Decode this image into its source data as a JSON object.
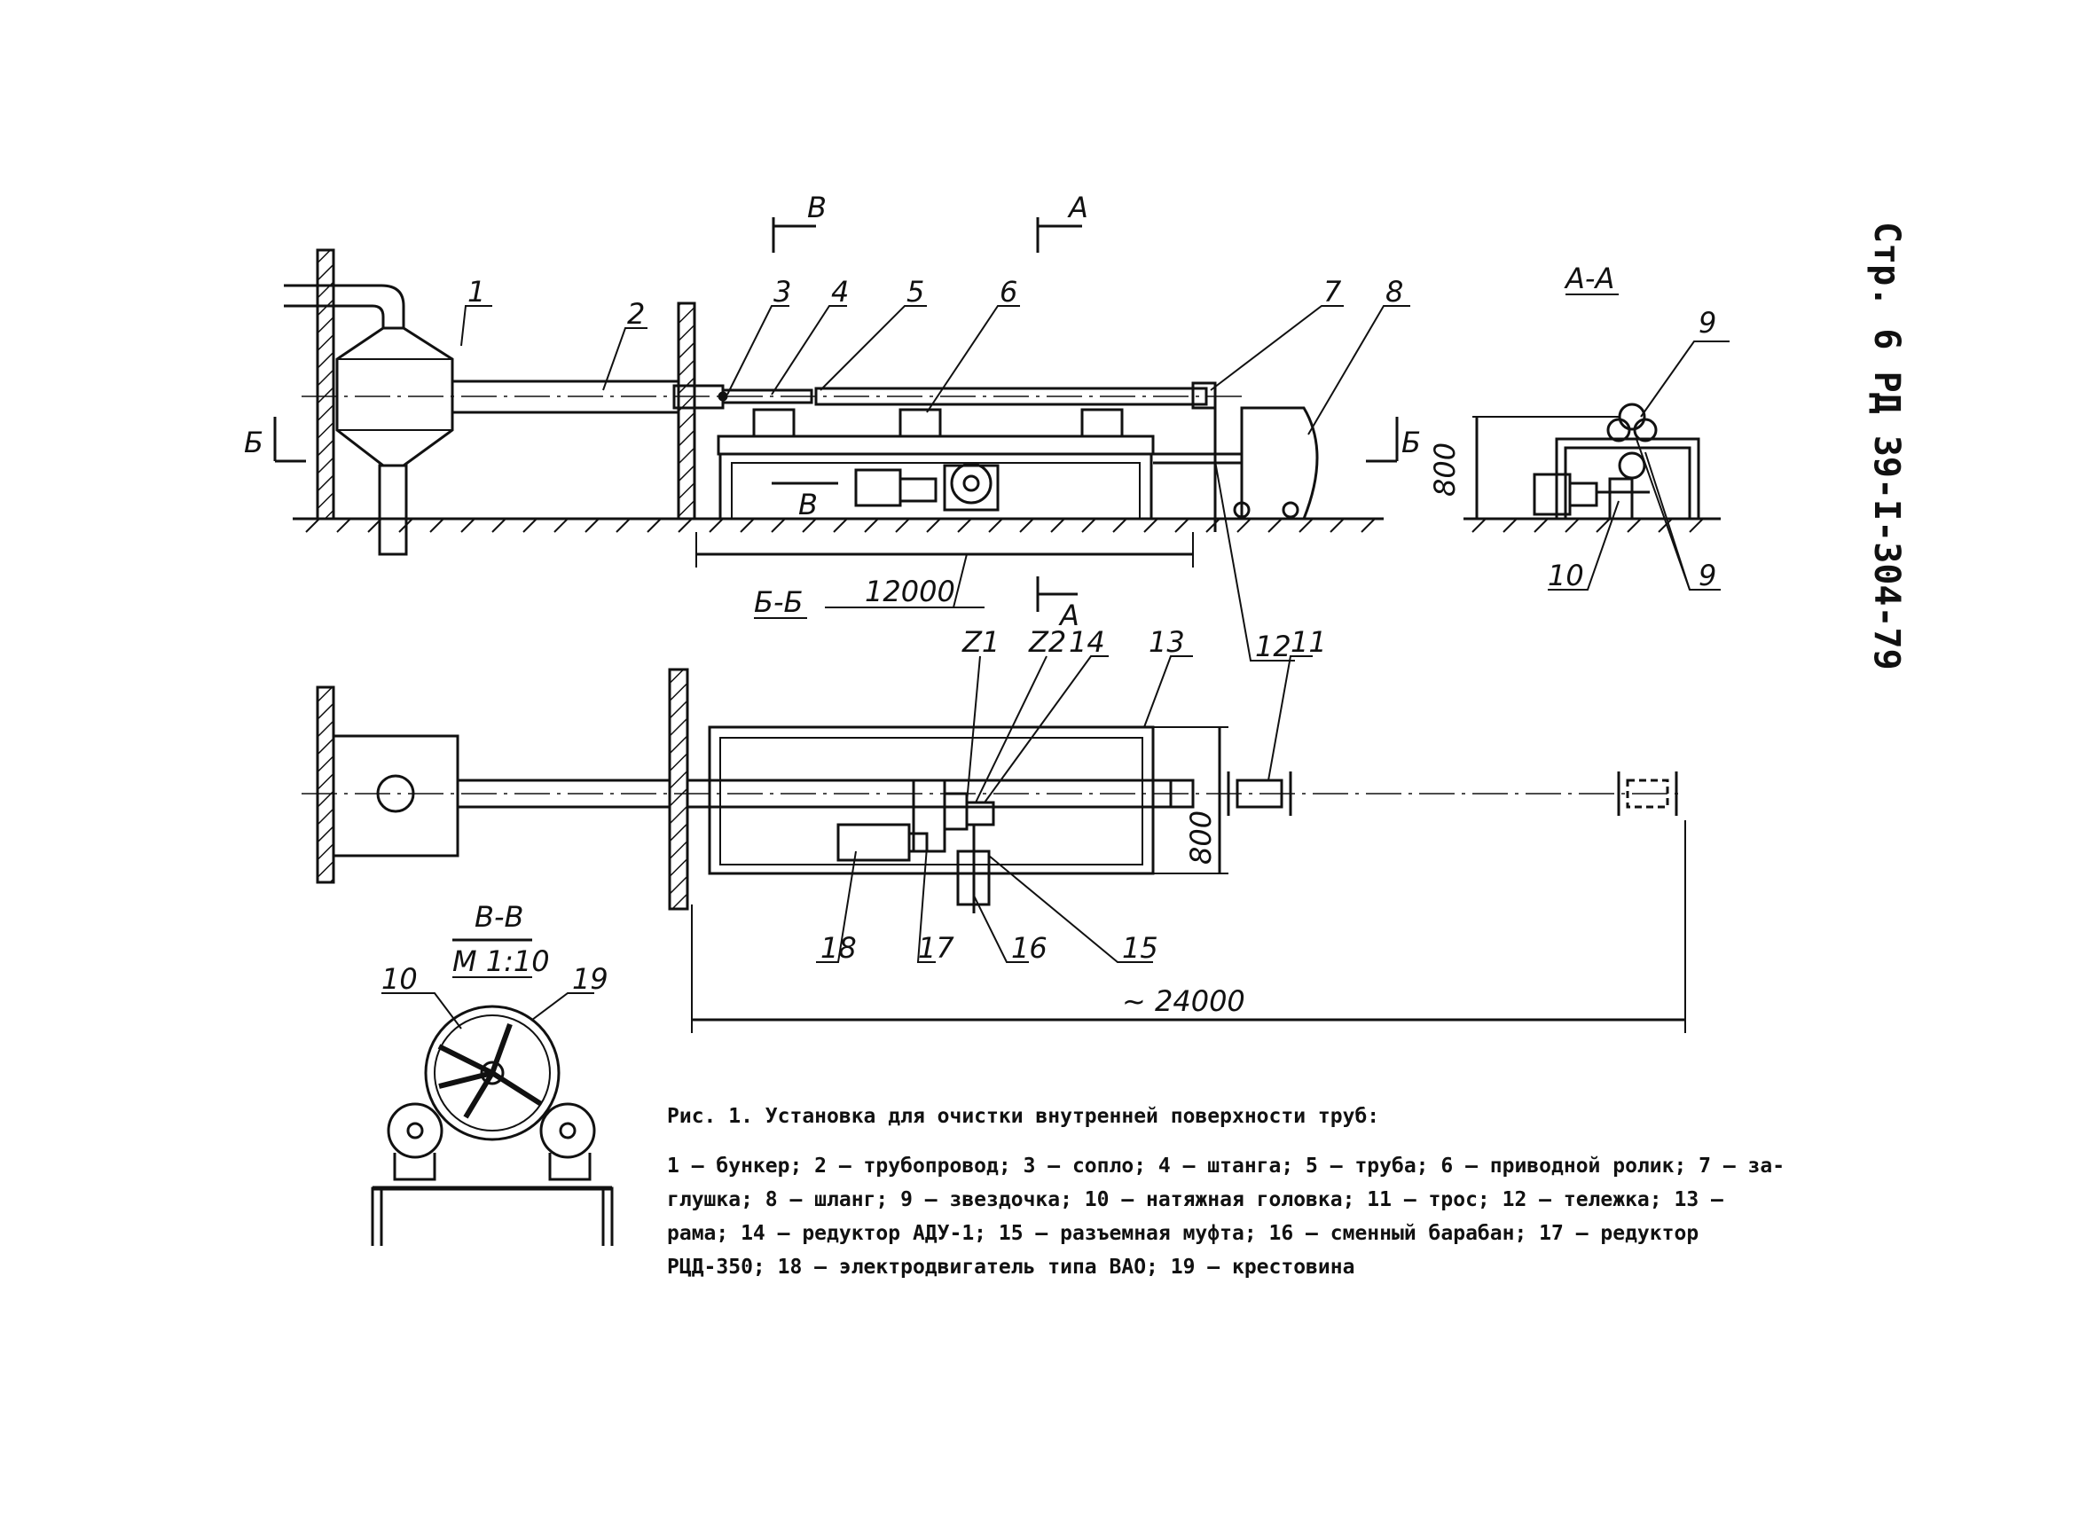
{
  "page_ref": "Стр. 6 РД 39-I-304-79",
  "section_labels": {
    "aa": "А-А",
    "bb": "Б-Б",
    "vv": "В-В",
    "vv_scale": "М 1:10",
    "cut_a": "А",
    "cut_b": "Б",
    "cut_v": "В"
  },
  "dimensions": {
    "len_12000": "12000",
    "len_24000": "~ 24000",
    "h_800_aa": "800",
    "w_800_bb": "800"
  },
  "gears": {
    "z1": "Z1",
    "z2": "Z2"
  },
  "callouts": [
    "1",
    "2",
    "3",
    "4",
    "5",
    "6",
    "7",
    "8",
    "9",
    "9",
    "10",
    "11",
    "12",
    "13",
    "14",
    "15",
    "16",
    "17",
    "18",
    "19",
    "10"
  ],
  "caption": {
    "title": "Рис. 1. Установка для очистки внутренней поверхности труб:",
    "line1": "1 – бункер; 2 – трубопровод; 3 – сопло; 4 – штанга; 5 – труба; 6 – приводной ролик; 7 – за-",
    "line2": "глушка; 8 – шланг; 9 – звездочка; 10 – натяжная головка; 11 – трос; 12 – тележка; 13 –",
    "line3": "рама; 14 – редуктор АДУ-1; 15 – разъемная муфта; 16 – сменный барабан; 17 – редуктор",
    "line4": "РЦД-350; 18 – электродвигатель типа ВАО; 19 – крестовина"
  }
}
